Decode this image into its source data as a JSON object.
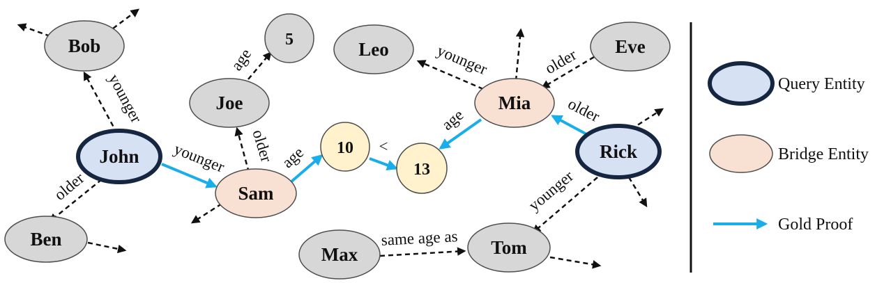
{
  "colors": {
    "query_fill": "#d6e1f3",
    "query_stroke": "#162640",
    "bridge_fill": "#f8e0d3",
    "number_fill": "#fff2cc",
    "other_fill": "#d7d7d7",
    "node_stroke": "#4d4d4d",
    "gold": "#19aeea",
    "dashed": "#111111"
  },
  "nodes": {
    "bob": "Bob",
    "john": "John",
    "ben": "Ben",
    "joe": "Joe",
    "five": "5",
    "sam": "Sam",
    "ten": "10",
    "thirteen": "13",
    "leo": "Leo",
    "mia": "Mia",
    "eve": "Eve",
    "rick": "Rick",
    "max": "Max",
    "tom": "Tom"
  },
  "edges": {
    "john_bob": "younger",
    "john_ben": "older",
    "john_sam": "younger",
    "sam_joe": "older",
    "joe_five": "age",
    "sam_ten": "age",
    "ten_thirteen": "<",
    "mia_thirteen": "age",
    "mia_leo": "younger",
    "eve_mia": "older",
    "rick_mia": "older",
    "rick_tom": "younger",
    "max_tom": "same age as"
  },
  "legend": {
    "query": "Query Entity",
    "bridge": "Bridge Entity",
    "gold": "Gold Proof"
  }
}
